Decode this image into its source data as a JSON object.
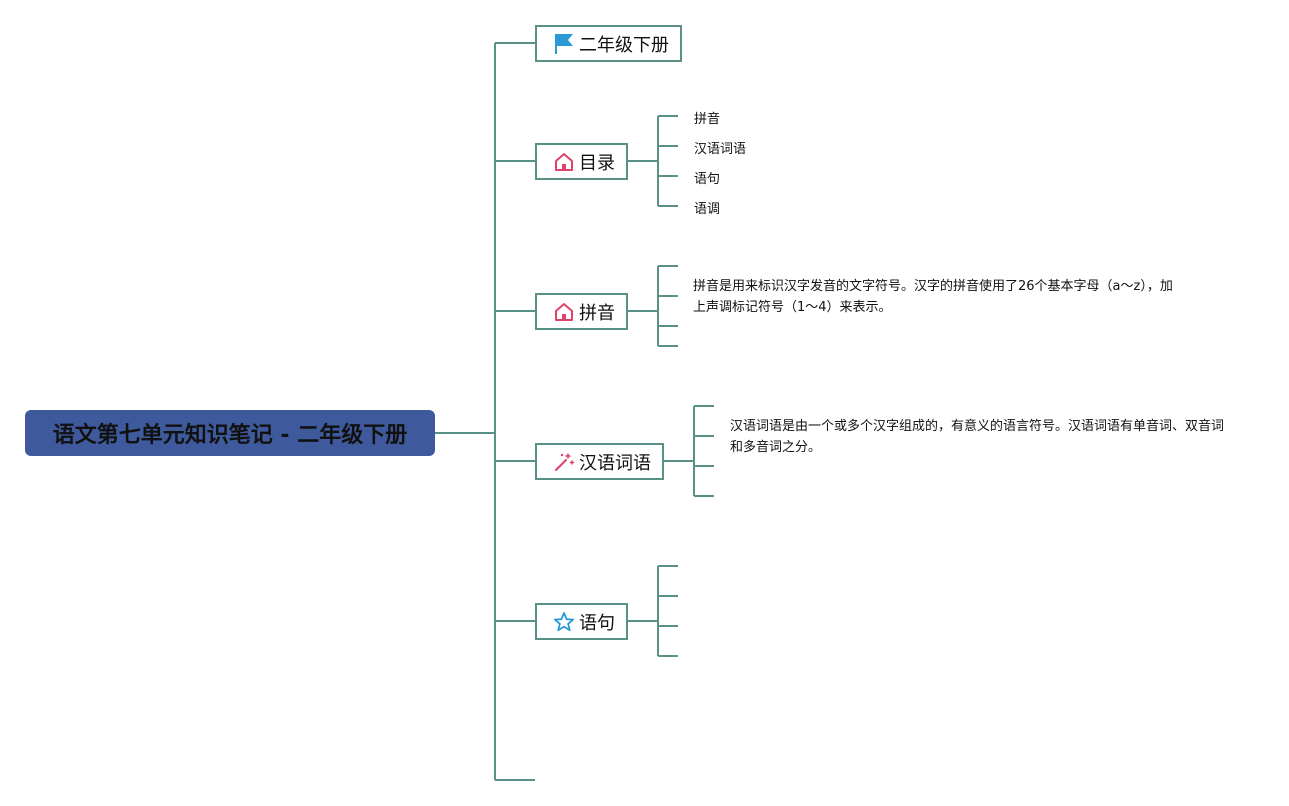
{
  "root": {
    "label": "语文第七单元知识笔记 - 二年级下册"
  },
  "branches": [
    {
      "id": "title",
      "label": "二年级下册",
      "icon": "flag-icon"
    },
    {
      "id": "toc",
      "label": "目录",
      "icon": "home-icon",
      "items": [
        "拼音",
        "汉语词语",
        "语句",
        "语调"
      ]
    },
    {
      "id": "pinyin",
      "label": "拼音",
      "icon": "home-icon",
      "paragraph": "拼音是用来标识汉字发音的文字符号。汉字的拼音使用了26个基本字母（a～z），加上声调标记符号（1～4）来表示。"
    },
    {
      "id": "words",
      "label": "汉语词语",
      "icon": "magic-wand-icon",
      "paragraph": "汉语词语是由一个或多个汉字组成的，有意义的语言符号。汉语词语有单音词、双音词和多音词之分。"
    },
    {
      "id": "sentence",
      "label": "语句",
      "icon": "star-icon"
    }
  ],
  "colors": {
    "line": "#5a9187",
    "root_fill": "#3f5a9c",
    "flag": "#2a9ad6",
    "home": "#e0426a",
    "wand": "#e0426a",
    "star": "#2a9ad6"
  }
}
